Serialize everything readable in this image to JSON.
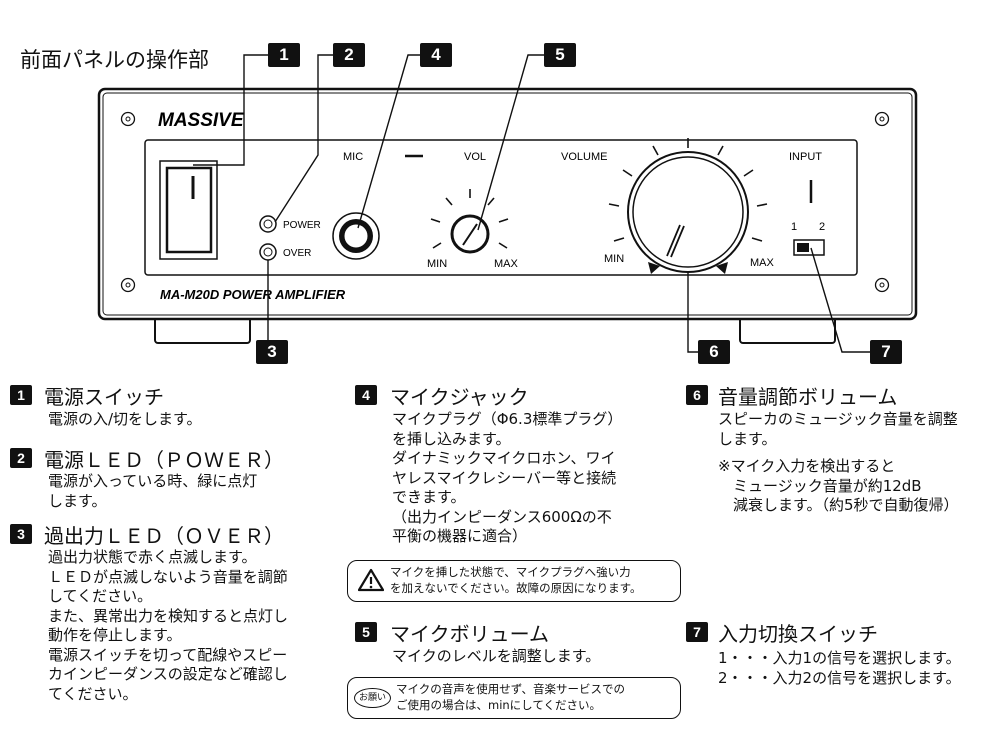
{
  "page_title": "前面パネルの操作部",
  "callouts": [
    "1",
    "2",
    "3",
    "4",
    "5",
    "6",
    "7"
  ],
  "panel": {
    "brand": "MASSIVE",
    "model_label": "MA-M20D POWER AMPLIFIER",
    "mic_label": "MIC",
    "vol_label": "VOL",
    "volume_label": "VOLUME",
    "input_label": "INPUT",
    "power_label": "POWER",
    "over_label": "OVER",
    "min_label": "MIN",
    "max_label": "MAX",
    "input_1": "1",
    "input_2": "2"
  },
  "sections": {
    "s1": {
      "num": "1",
      "title": "電源スイッチ",
      "lines": [
        "電源の入/切をします。"
      ]
    },
    "s2": {
      "num": "2",
      "title": "電源ＬＥＤ（ＰＯＷＥＲ）",
      "lines": [
        "電源が入っている時、緑に点灯",
        "します。"
      ]
    },
    "s3": {
      "num": "3",
      "title": "過出力ＬＥＤ（ＯＶＥＲ）",
      "lines": [
        "過出力状態で赤く点滅します。",
        "ＬＥＤが点滅しないよう音量を調節",
        "してください。",
        "また、異常出力を検知すると点灯し",
        "動作を停止します。",
        "電源スイッチを切って配線やスピー",
        "カインピーダンスの設定など確認し",
        "てください。"
      ]
    },
    "s4": {
      "num": "4",
      "title": "マイクジャック",
      "lines": [
        "マイクプラグ（Φ6.3標準プラグ）",
        "を挿し込みます。",
        "ダイナミックマイクロホン、ワイ",
        "ヤレスマイクレシーバー等と接続",
        "できます。",
        "（出力インピーダンス600Ωの不",
        "平衡の機器に適合）"
      ]
    },
    "s4_warning": [
      "マイクを挿した状態で、マイクプラグへ強い力",
      "を加えないでください。故障の原因になります。"
    ],
    "s5": {
      "num": "5",
      "title": "マイクボリューム",
      "lines": [
        "マイクのレベルを調整します。"
      ]
    },
    "s5_note_badge": "お願い",
    "s5_note": [
      "マイクの音声を使用せず、音楽サービスでの",
      "ご使用の場合は、minにしてください。"
    ],
    "s6": {
      "num": "6",
      "title": "音量調節ボリューム",
      "lines": [
        "スピーカのミュージック音量を調整",
        "します。",
        "※マイク入力を検出すると",
        "　ミュージック音量が約12dB",
        "　減衰します。（約5秒で自動復帰）"
      ]
    },
    "s7": {
      "num": "7",
      "title": "入力切換スイッチ",
      "lines": [
        "1・・・入力1の信号を選択します。",
        "2・・・入力2の信号を選択します。"
      ]
    }
  }
}
